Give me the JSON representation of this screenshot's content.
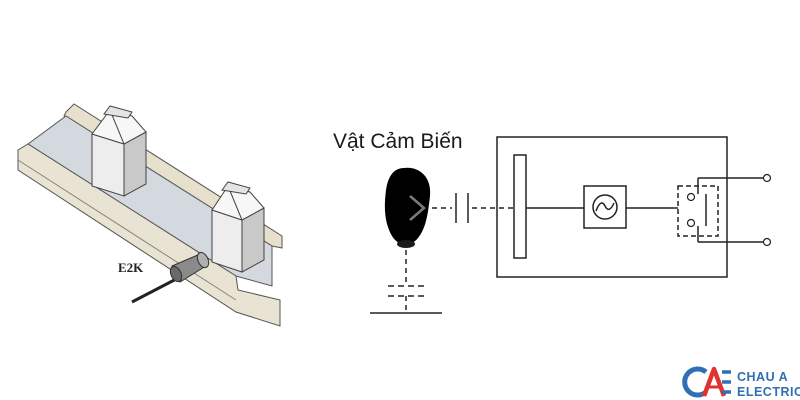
{
  "diagram": {
    "title": "Vật Cảm Biến",
    "sensor_label": "E2K"
  },
  "logo": {
    "line1": "CHAU A",
    "line2": "ELECTRIC",
    "colors": {
      "blue": "#2f6fb4",
      "red": "#e0322e"
    }
  }
}
